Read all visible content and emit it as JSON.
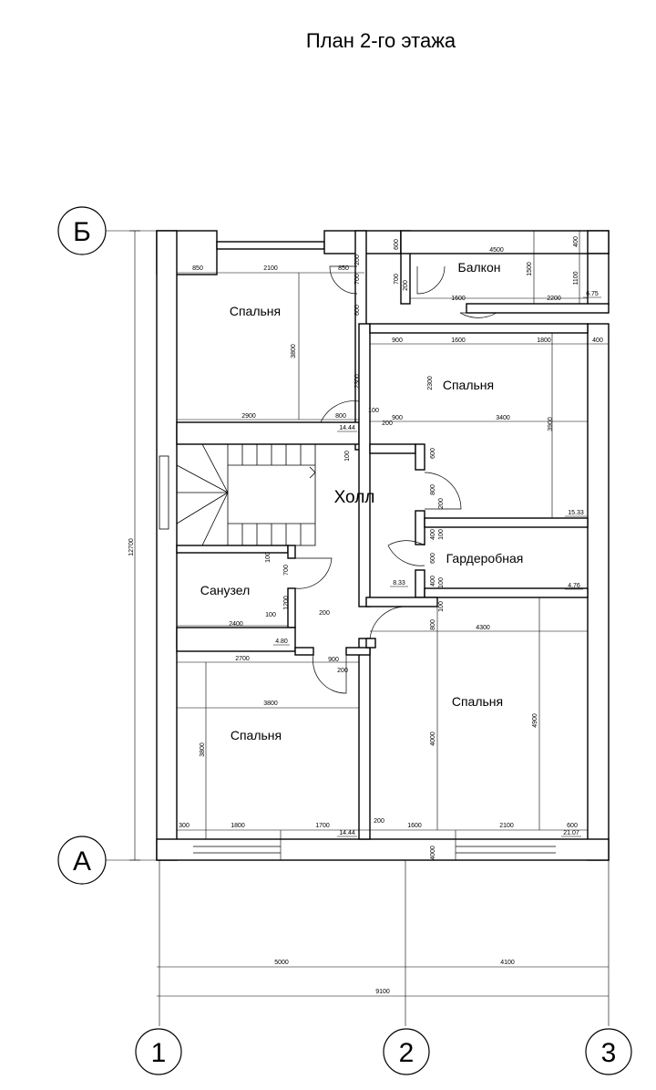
{
  "title": "План 2-го этажа",
  "axes": {
    "a": "А",
    "b": "Б",
    "n1": "1",
    "n2": "2",
    "n3": "3"
  },
  "rooms": {
    "bedroom_nw": "Спальня",
    "balcony": "Балкон",
    "bedroom_ne": "Спальня",
    "hall": "Холл",
    "wardrobe": "Гардеробная",
    "bathroom": "Санузел",
    "bedroom_sw": "Спальня",
    "bedroom_se": "Спальня"
  },
  "areas": {
    "hall": "14.44",
    "bedroom_ne": "15.33",
    "balcony": "6.75",
    "wardrobe_hall": "8.33",
    "wardrobe": "4.76",
    "bathroom": "4.80",
    "bedroom_sw": "14.44",
    "bedroom_se": "21.07"
  },
  "dims": {
    "d850a": "850",
    "d2100a": "2100",
    "d850b": "850",
    "d200a": "200",
    "d700a": "700",
    "d600a": "600",
    "d4500": "4500",
    "d400a": "400",
    "d1500": "1500",
    "d700b": "700",
    "d200b": "200",
    "d1600a": "1600",
    "d2200": "2200",
    "d1100": "1100",
    "d600b": "600",
    "d900a": "900",
    "d1600b": "1600",
    "d1800a": "1800",
    "d400b": "400",
    "d3800a": "3800",
    "d2300a": "2300",
    "d2300b": "2300",
    "d2900": "2900",
    "d800a": "800",
    "d100a": "100",
    "d200c": "200",
    "d900b": "900",
    "d3400": "3400",
    "d3900": "3900",
    "d100b": "100",
    "d600c": "600",
    "d800b": "800",
    "d200d": "200",
    "d400c": "400",
    "d100c": "100",
    "d600d": "600",
    "d400d": "400",
    "d100d": "100",
    "d100e": "100",
    "d700c": "700",
    "d1200": "1200",
    "d100f": "100",
    "d200e": "200",
    "d2400": "2400",
    "d800c": "800",
    "d100g": "100",
    "d4300": "4300",
    "d2700": "2700",
    "d900c": "900",
    "d200f": "200",
    "d3800b": "3800",
    "d12700": "12700",
    "d3800c": "3800",
    "d4000a": "4000",
    "d4900": "4900",
    "d300": "300",
    "d1800b": "1800",
    "d1700": "1700",
    "d200g": "200",
    "d1600c": "1600",
    "d2100b": "2100",
    "d600e": "600",
    "d4000b": "4000",
    "d5000": "5000",
    "d4100": "4100",
    "d9100": "9100"
  }
}
